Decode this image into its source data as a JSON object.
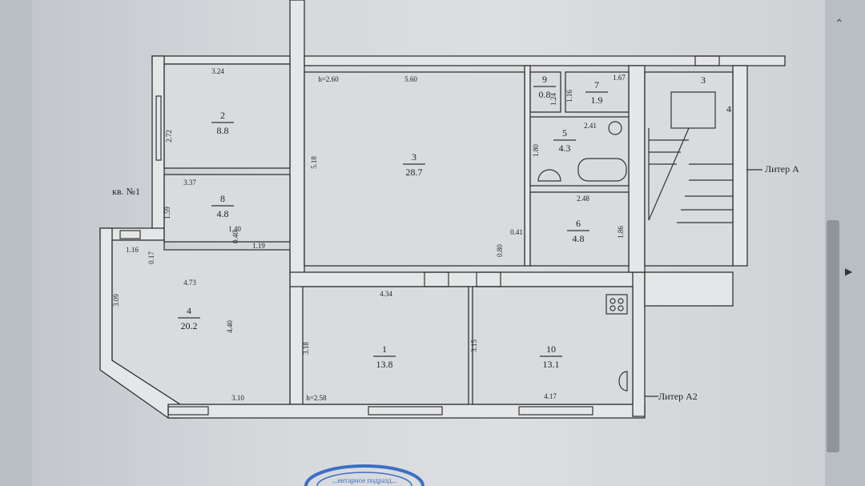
{
  "apartment_label": "кв. №1",
  "heights": [
    "h=2.60",
    "h=2.58"
  ],
  "rooms": [
    {
      "no": "1",
      "area": "13.8"
    },
    {
      "no": "2",
      "area": "8.8"
    },
    {
      "no": "3",
      "area": "28.7"
    },
    {
      "no": "4",
      "area": "20.2"
    },
    {
      "no": "5",
      "area": "4.3"
    },
    {
      "no": "6",
      "area": "4.8"
    },
    {
      "no": "7",
      "area": "1.9"
    },
    {
      "no": "8",
      "area": "4.8"
    },
    {
      "no": "9",
      "area": "0.8"
    },
    {
      "no": "10",
      "area": "13.1"
    }
  ],
  "dims": [
    "3.24",
    "2.72",
    "3.37",
    "1.59",
    "1.40",
    "0.40",
    "1.19",
    "1.16",
    "0.17",
    "5.60",
    "5.18",
    "0.41",
    "0.80",
    "1.67",
    "1.16",
    "1.24",
    "2.41",
    "1.80",
    "2.48",
    "1.86",
    "4.73",
    "3.09",
    "4.40",
    "3.10",
    "4.34",
    "3.18",
    "3.15",
    "4.17"
  ],
  "stair_labels": [
    "3",
    "4"
  ],
  "litera": [
    "Литер А",
    "Литер А2"
  ],
  "stamp_text": "...ентарное подразд..."
}
